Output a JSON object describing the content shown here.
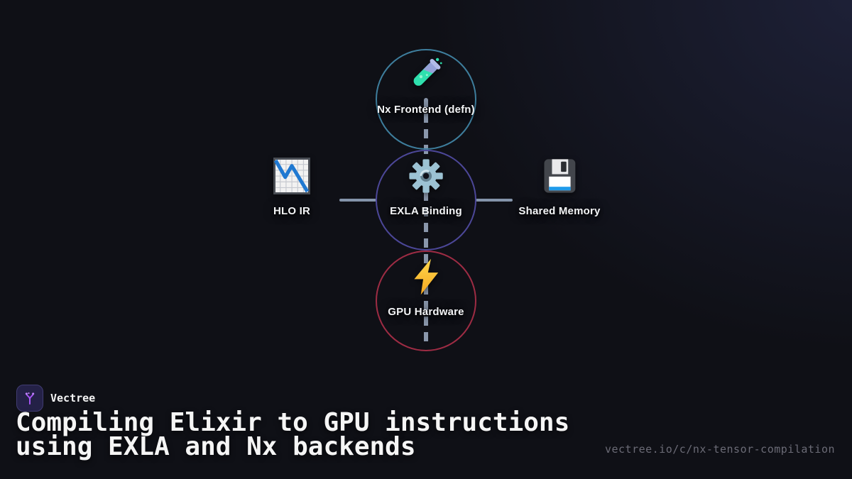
{
  "background": {
    "base_color": "#0f1016",
    "glow_color": "#1e2138"
  },
  "diagram": {
    "connector_color": "#8494aa",
    "nodes": [
      {
        "id": "nx-frontend",
        "label": "Nx Frontend (defn)",
        "icon": "test-tube-icon",
        "ring_color": "#3e7e9d"
      },
      {
        "id": "exla-binding",
        "label": "EXLA Binding",
        "icon": "gear-icon",
        "ring_color": "#4c4798"
      },
      {
        "id": "gpu-hardware",
        "label": "GPU Hardware",
        "icon": "lightning-bolt-icon",
        "ring_color": "#9e2c44"
      }
    ],
    "side_nodes": [
      {
        "id": "hlo-ir",
        "label": "HLO IR",
        "icon": "chart-decreasing-icon"
      },
      {
        "id": "shared-memory",
        "label": "Shared Memory",
        "icon": "floppy-disk-icon"
      }
    ]
  },
  "footer": {
    "brand": "Vectree",
    "title_line1": "Compiling Elixir to GPU instructions",
    "title_line2": "using EXLA and Nx backends",
    "url": "vectree.io/c/nx-tensor-compilation"
  }
}
